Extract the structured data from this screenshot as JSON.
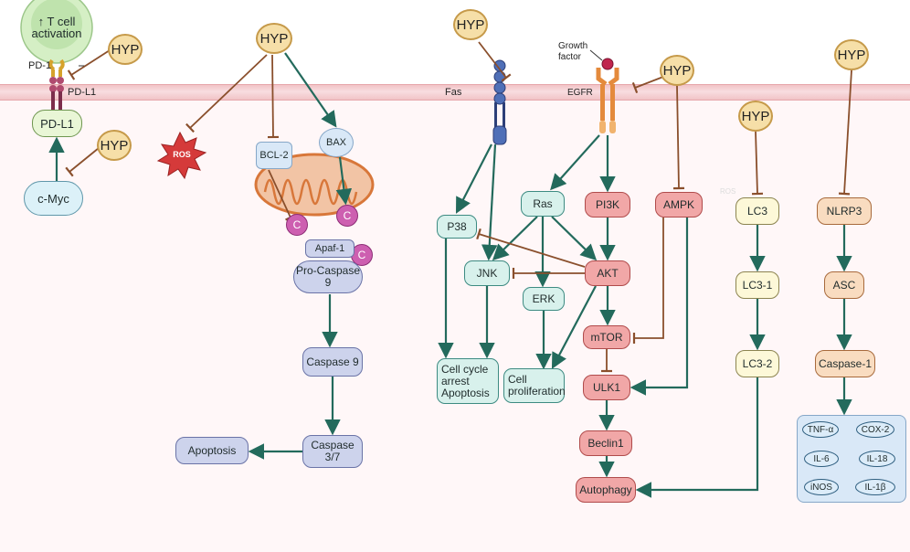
{
  "labels": {
    "hyp": "HYP",
    "t_cell": "↑ T cell activation",
    "pd1": "PD-1",
    "pdl1_small": "PD-L1",
    "pdl1": "PD-L1",
    "cmyc": "c-Myc",
    "ros": "ROS",
    "bcl2": "BCL-2",
    "bax": "BAX",
    "c": "C",
    "apaf1": "Apaf-1",
    "procasp9": "Pro-Caspase 9",
    "casp9": "Caspase 9",
    "casp37": "Caspase 3/7",
    "apoptosis": "Apoptosis",
    "fas": "Fas",
    "growth_factor": "Growth factor",
    "egfr": "EGFR",
    "p38": "P38",
    "ras": "Ras",
    "jnk": "JNK",
    "erk": "ERK",
    "pi3k": "PI3K",
    "akt": "AKT",
    "ampk": "AMPK",
    "mtor": "mTOR",
    "ulk1": "ULK1",
    "beclin1": "Beclin1",
    "autophagy": "Autophagy",
    "cell_cycle": "Cell cycle arrest Apoptosis",
    "cell_prolif": "Cell proliferation",
    "ros_small": "ROS",
    "lc3": "LC3",
    "lc3_1": "LC3-1",
    "lc3_2": "LC3-2",
    "nlrp3": "NLRP3",
    "asc": "ASC",
    "casp1": "Caspase-1",
    "tnfa": "TNF-α",
    "cox2": "COX-2",
    "il6": "IL-6",
    "il18": "IL-18",
    "inos": "iNOS",
    "il1b": "IL-1β"
  },
  "colors": {
    "activate": "#236a5c",
    "inhibit": "#8a4f2c"
  }
}
